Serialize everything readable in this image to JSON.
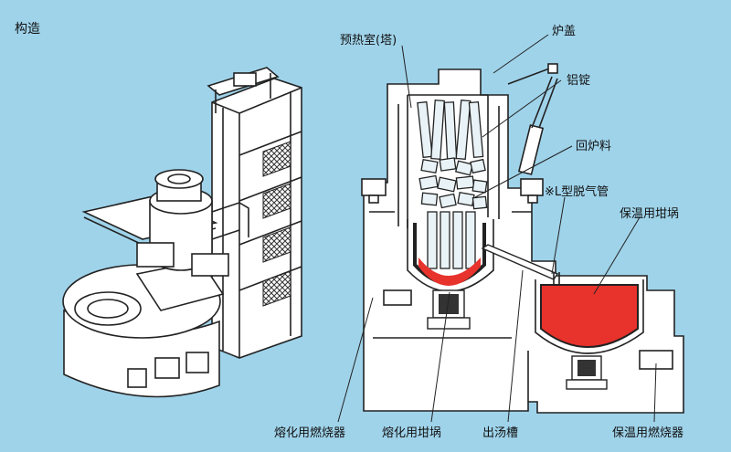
{
  "title": "构造",
  "labels": {
    "preheat": "预热室(塔)",
    "lid": "炉盖",
    "ingot": "铝锭",
    "scrap": "回炉料",
    "degas": "※L型脱气管",
    "hold_crucible": "保温用坩埚",
    "melt_burner": "熔化用燃烧器",
    "melt_crucible": "熔化用坩埚",
    "tap_trough": "出汤槽",
    "hold_burner": "保温用燃烧器"
  },
  "colors": {
    "background": "#9fd3ea",
    "molten_metal": "#e8322c",
    "outline": "#222222",
    "body": "#ffffff"
  }
}
